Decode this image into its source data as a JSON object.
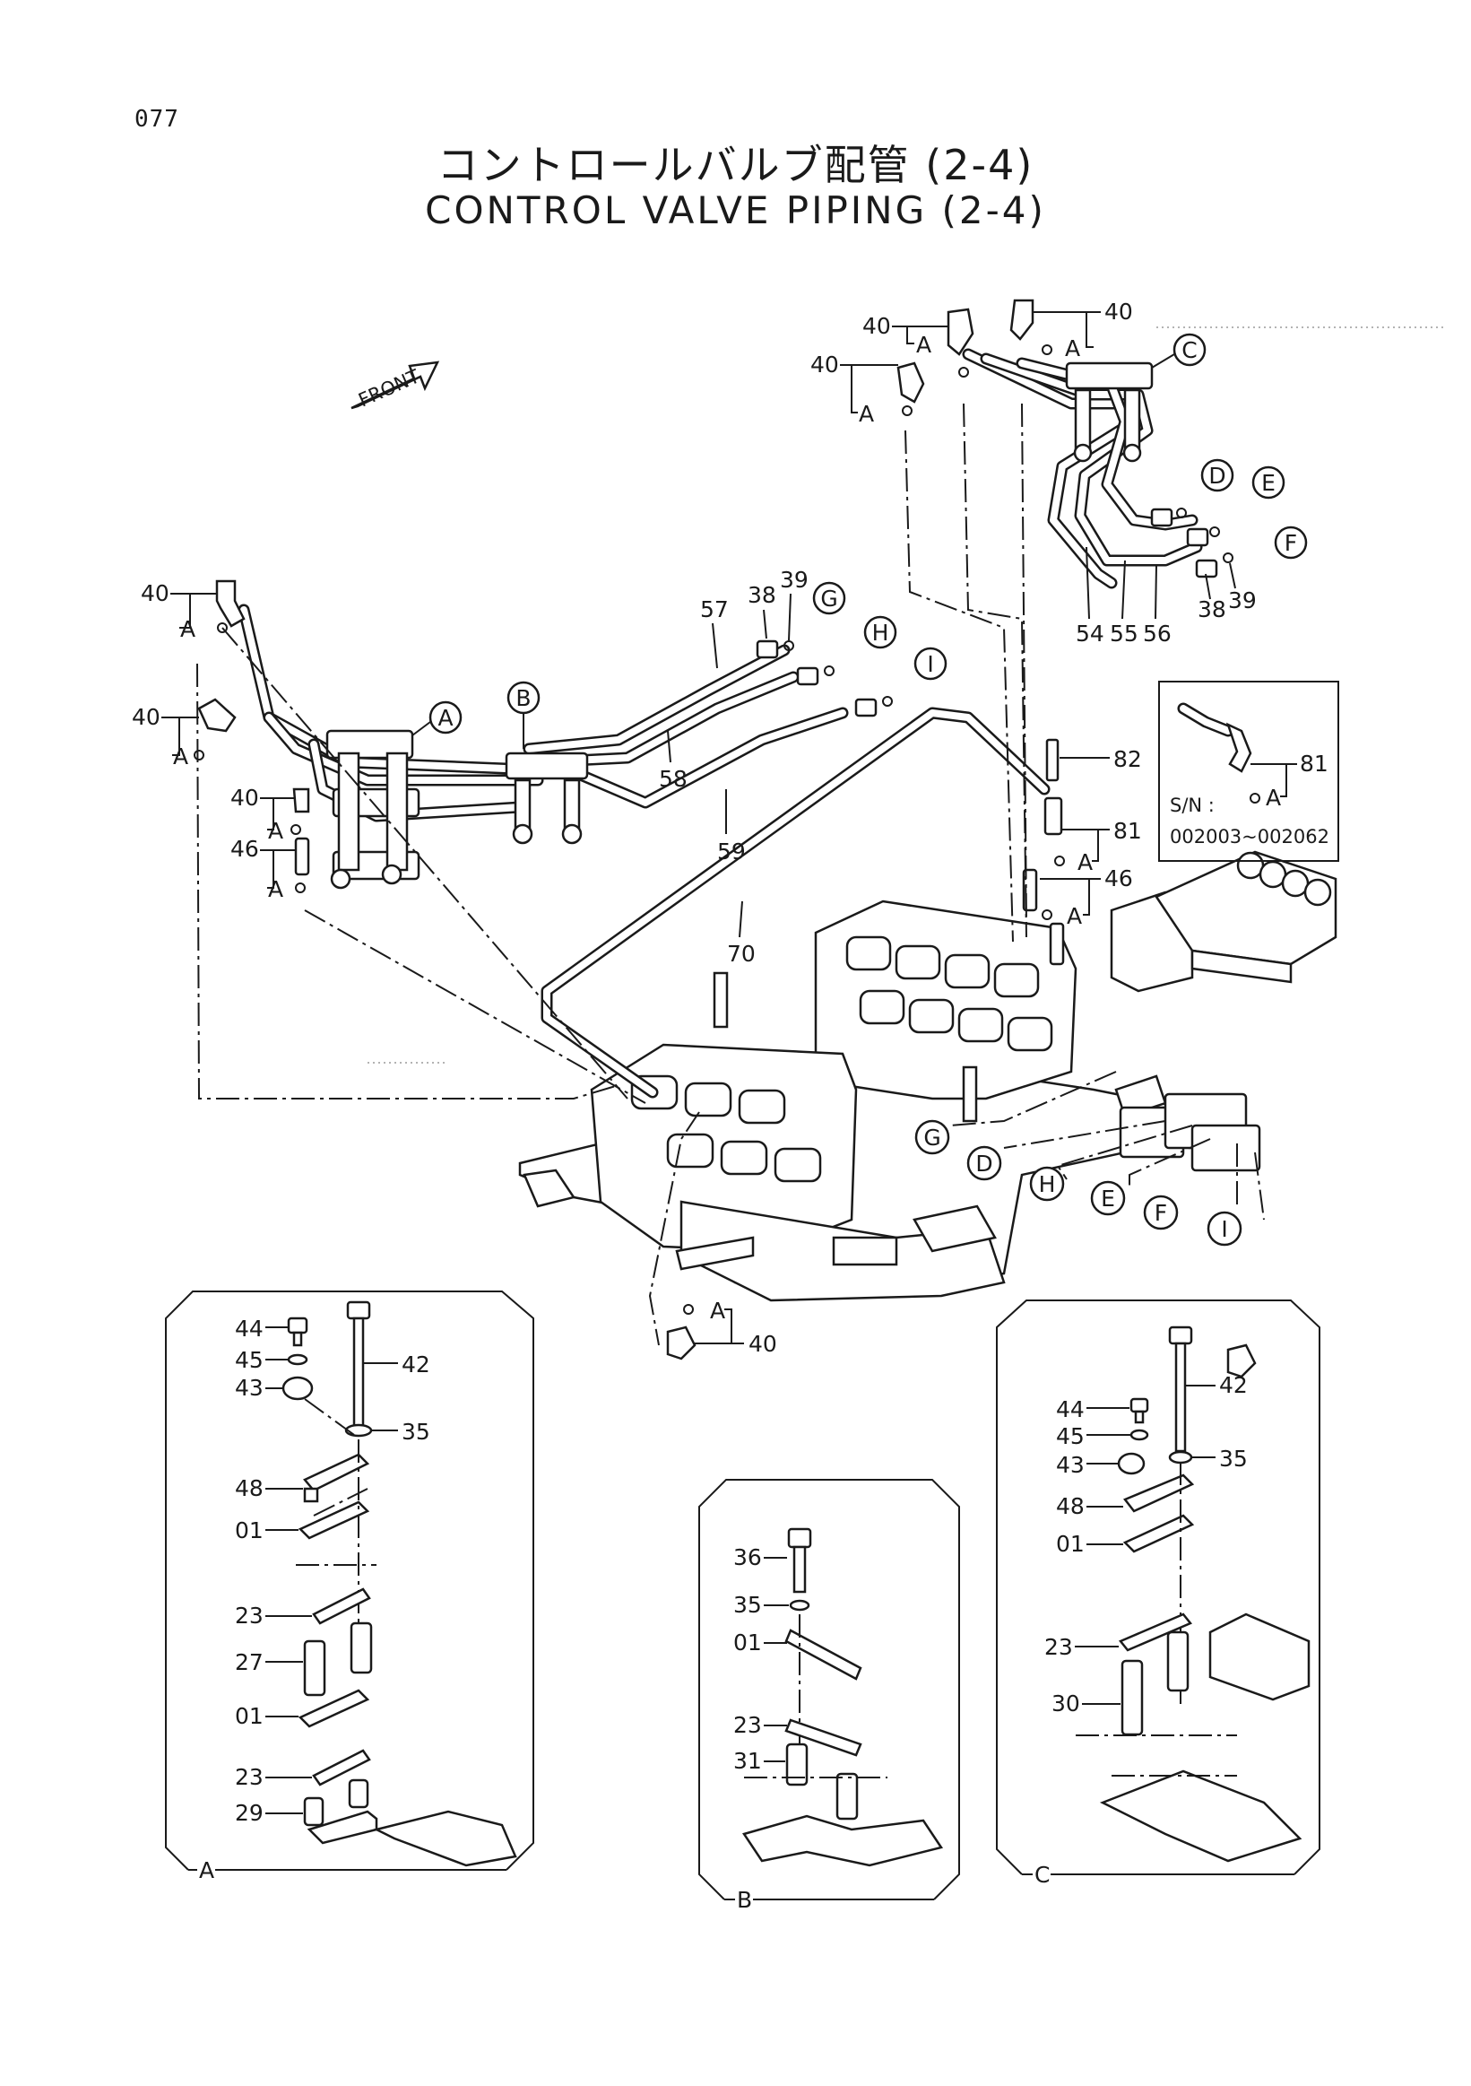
{
  "page_number": "077",
  "title_jp": "コントロールバルブ配管 (2-4)",
  "title_en": "CONTROL VALVE PIPING (2-4)",
  "front_label": "FRONT",
  "callouts": {
    "A": "A",
    "B": "B",
    "C": "C",
    "D": "D",
    "E": "E",
    "F": "F",
    "G": "G",
    "H": "H",
    "I": "I"
  },
  "part_numbers": {
    "p01": "01",
    "p23": "23",
    "p27": "27",
    "p29": "29",
    "p30": "30",
    "p31": "31",
    "p35": "35",
    "p36": "36",
    "p38": "38",
    "p39": "39",
    "p40": "40",
    "p42": "42",
    "p43": "43",
    "p44": "44",
    "p45": "45",
    "p46": "46",
    "p48": "48",
    "p54": "54",
    "p55": "55",
    "p56": "56",
    "p57": "57",
    "p58": "58",
    "p59": "59",
    "p70": "70",
    "p81": "81",
    "p82": "82"
  },
  "serial_inset": {
    "sn_label": "S/N :",
    "range": "002003~002062"
  },
  "detail_views": {
    "A": "A",
    "B": "B",
    "C": "C"
  }
}
